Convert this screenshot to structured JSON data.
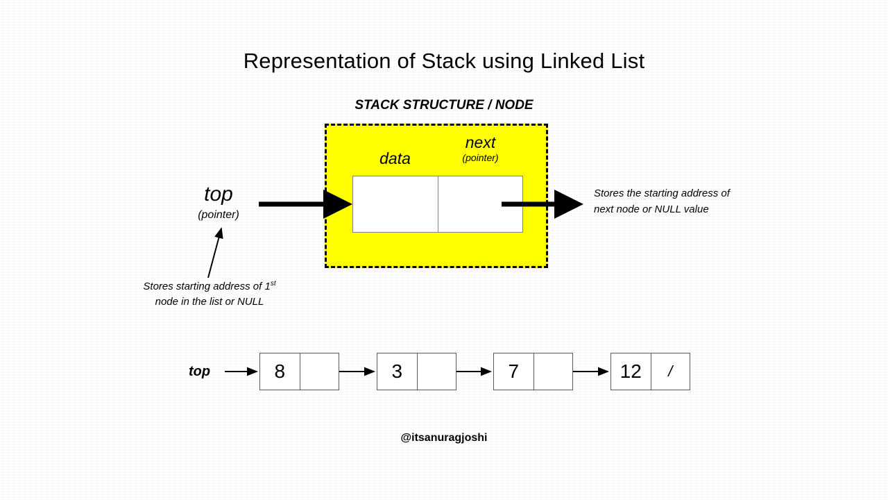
{
  "slide": {
    "title": "Representation of Stack using Linked List",
    "subtitle": "STACK STRUCTURE / NODE",
    "footer": "@itsanuragjoshi",
    "background_color": "#ffffff",
    "accent_color": "#ffff00",
    "line_color": "#000000"
  },
  "node_structure": {
    "data_label": "data",
    "next_label": "next",
    "next_sublabel": "(pointer)",
    "fill_color": "#ffff00",
    "border_style": "dashed"
  },
  "top_pointer": {
    "label": "top",
    "sublabel": "(pointer)"
  },
  "annotations": {
    "left_note_line1_pre": "Stores starting address of 1",
    "left_note_line1_sup": "st",
    "left_note_line2": "node in the list or NULL",
    "right_note_line1": "Stores the starting address of",
    "right_note_line2": "next node or NULL value"
  },
  "linked_list": {
    "head_label": "top",
    "null_marker": "/",
    "nodes": [
      {
        "data": "8",
        "next": ""
      },
      {
        "data": "3",
        "next": ""
      },
      {
        "data": "7",
        "next": ""
      },
      {
        "data": "12",
        "next": "/"
      }
    ]
  }
}
